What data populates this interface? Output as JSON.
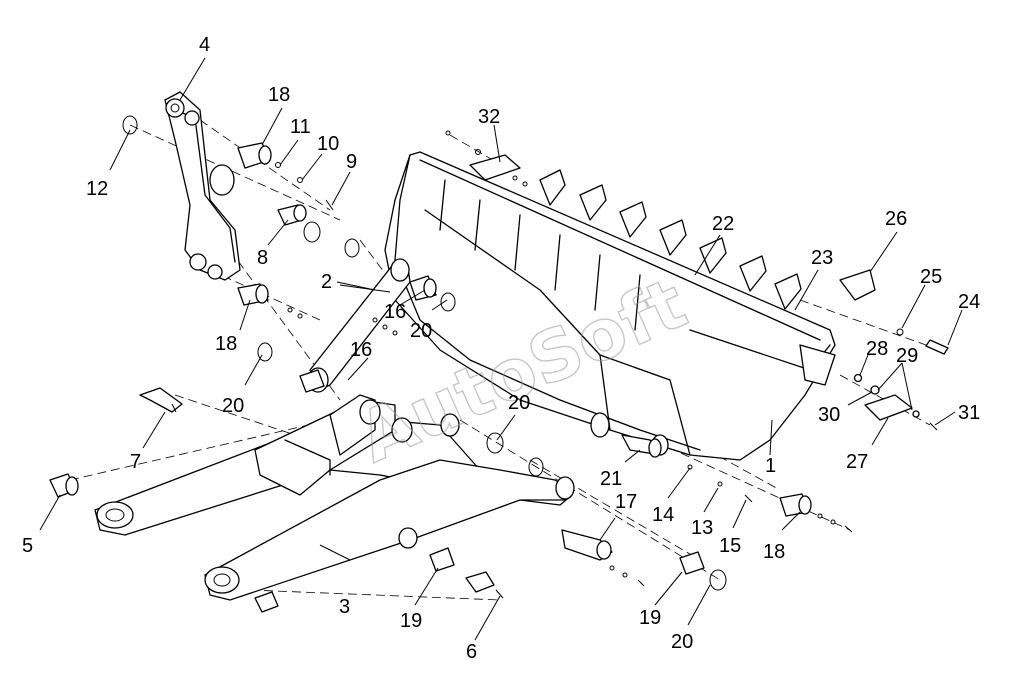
{
  "watermark": "AutoSoft",
  "callouts": [
    {
      "id": "c1",
      "label": "1"
    },
    {
      "id": "c2",
      "label": "2"
    },
    {
      "id": "c3",
      "label": "3"
    },
    {
      "id": "c4",
      "label": "4"
    },
    {
      "id": "c5",
      "label": "5"
    },
    {
      "id": "c6",
      "label": "6"
    },
    {
      "id": "c7",
      "label": "7"
    },
    {
      "id": "c8",
      "label": "8"
    },
    {
      "id": "c9",
      "label": "9"
    },
    {
      "id": "c10",
      "label": "10"
    },
    {
      "id": "c11",
      "label": "11"
    },
    {
      "id": "c12",
      "label": "12"
    },
    {
      "id": "c13",
      "label": "13"
    },
    {
      "id": "c14",
      "label": "14"
    },
    {
      "id": "c15",
      "label": "15"
    },
    {
      "id": "c16a",
      "label": "16"
    },
    {
      "id": "c16b",
      "label": "16"
    },
    {
      "id": "c17",
      "label": "17"
    },
    {
      "id": "c18a",
      "label": "18"
    },
    {
      "id": "c18b",
      "label": "18"
    },
    {
      "id": "c18c",
      "label": "18"
    },
    {
      "id": "c19a",
      "label": "19"
    },
    {
      "id": "c19b",
      "label": "19"
    },
    {
      "id": "c20a",
      "label": "20"
    },
    {
      "id": "c20b",
      "label": "20"
    },
    {
      "id": "c20c",
      "label": "20"
    },
    {
      "id": "c20d",
      "label": "20"
    },
    {
      "id": "c21",
      "label": "21"
    },
    {
      "id": "c22",
      "label": "22"
    },
    {
      "id": "c23",
      "label": "23"
    },
    {
      "id": "c24",
      "label": "24"
    },
    {
      "id": "c25",
      "label": "25"
    },
    {
      "id": "c26",
      "label": "26"
    },
    {
      "id": "c27",
      "label": "27"
    },
    {
      "id": "c28",
      "label": "28"
    },
    {
      "id": "c29",
      "label": "29"
    },
    {
      "id": "c30",
      "label": "30"
    },
    {
      "id": "c31",
      "label": "31"
    },
    {
      "id": "c32",
      "label": "32"
    }
  ]
}
